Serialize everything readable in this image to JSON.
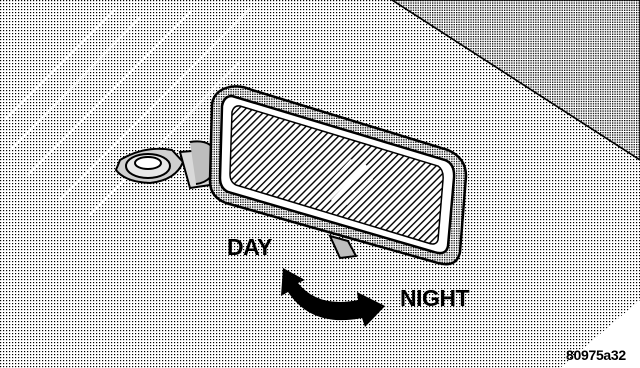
{
  "labels": {
    "day": "DAY",
    "night": "NIGHT"
  },
  "figure_code": "80975a32",
  "colors": {
    "ink": "#000000",
    "paper": "#ffffff",
    "halftone": "#8a8a8a"
  },
  "icons": {
    "mirror": "rearview-mirror-icon",
    "arrow": "curved-double-arrow-icon"
  }
}
